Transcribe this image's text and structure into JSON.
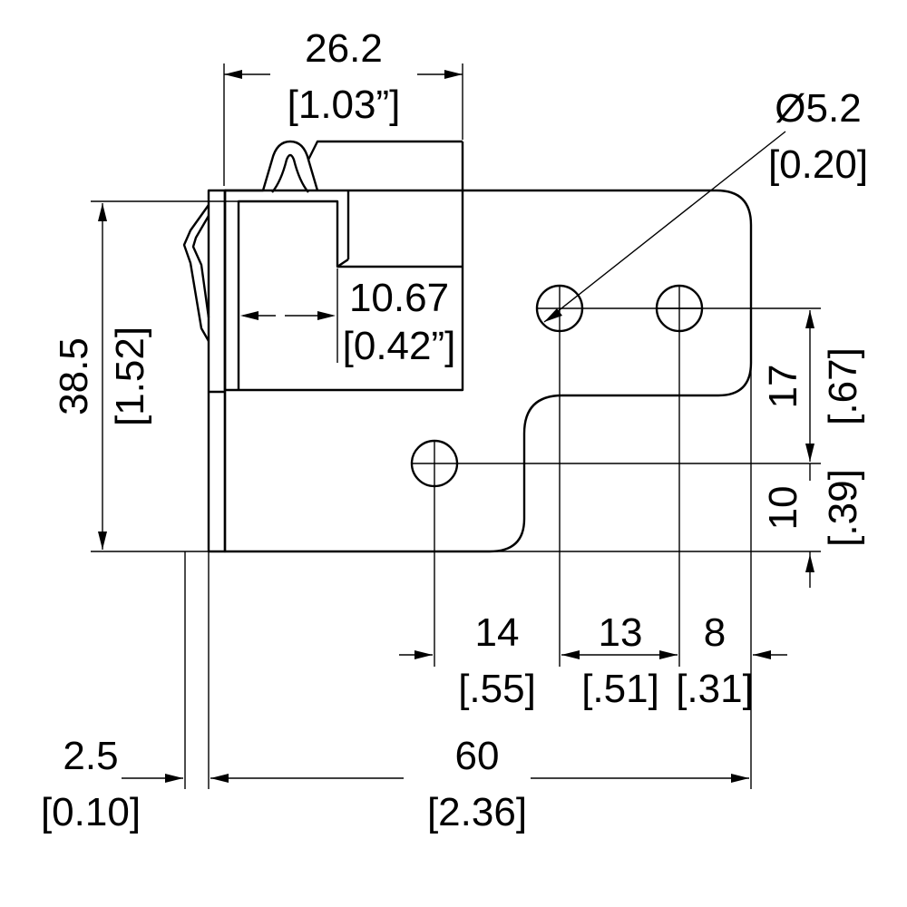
{
  "dimensions": {
    "width_top": {
      "mm": "26.2",
      "inch": "[1.03”]"
    },
    "hole_diameter": {
      "mm": "Ø5.2",
      "inch": "[0.20]"
    },
    "inner_depth": {
      "mm": "10.67",
      "inch": "[0.42”]"
    },
    "height": {
      "mm": "38.5",
      "inch": "[1.52]"
    },
    "hole_spacing_v": {
      "mm": "17",
      "inch": "[.67]"
    },
    "hole_offset_bottom": {
      "mm": "10",
      "inch": "[.39]"
    },
    "hole_pitch_1": {
      "mm": "14",
      "inch": "[.55]"
    },
    "hole_pitch_2": {
      "mm": "13",
      "inch": "[.51]"
    },
    "edge_offset": {
      "mm": "8",
      "inch": "[.31]"
    },
    "thickness": {
      "mm": "2.5",
      "inch": "[0.10]"
    },
    "overall_length": {
      "mm": "60",
      "inch": "[2.36]"
    }
  }
}
